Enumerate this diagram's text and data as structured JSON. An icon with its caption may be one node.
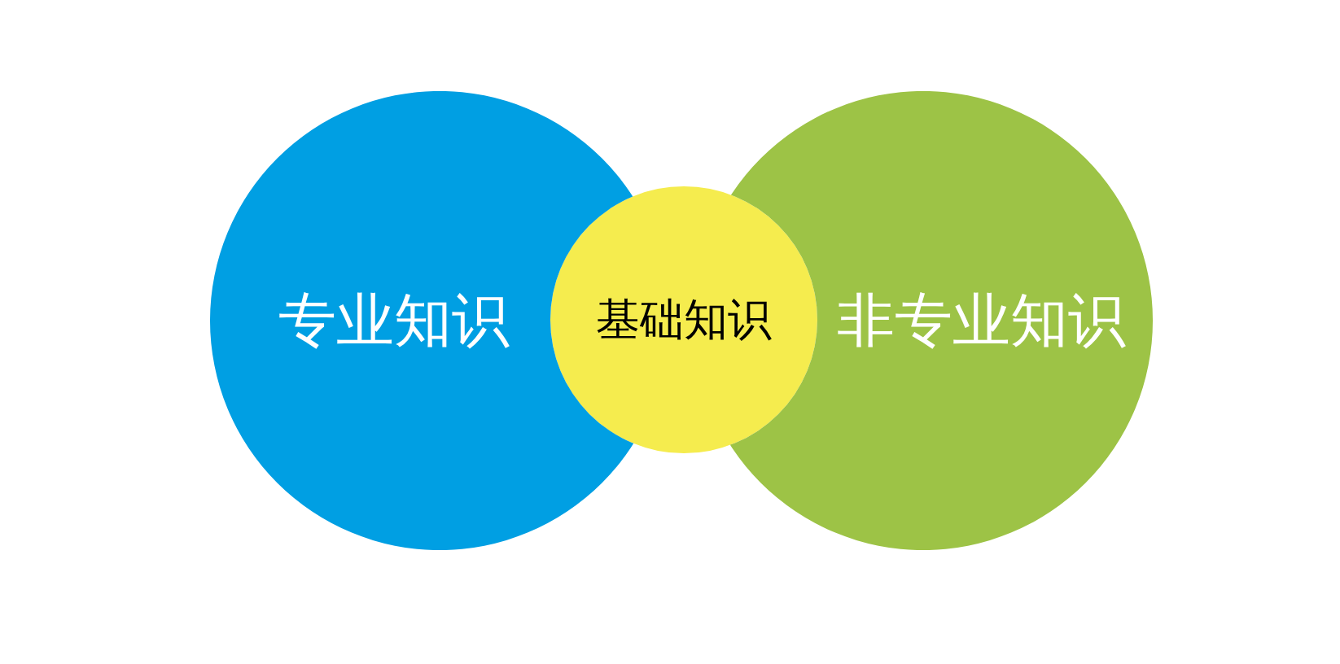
{
  "diagram": {
    "nodes": [
      {
        "text": [
          "专业知识"
        ]
      },
      {
        "text": [
          "基础知识"
        ]
      },
      {
        "text": [
          "非专业知识"
        ]
      }
    ]
  }
}
